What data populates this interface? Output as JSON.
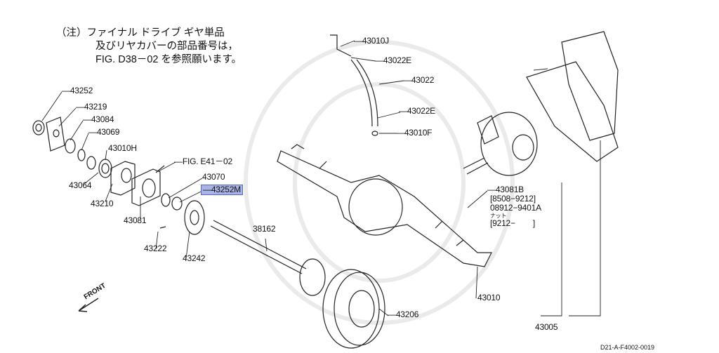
{
  "note": {
    "line1": "（注）ファイナル ドライブ ギヤ単品",
    "line2": "及びリヤカバーの部品番号は，",
    "line3": "FIG. D38－02 を参照願います。"
  },
  "labels": {
    "p43252": "43252",
    "p43219": "43219",
    "p43084": "43084",
    "p43069": "43069",
    "p43010H": "43010H",
    "figE41": "FIG. E41－02",
    "p43070": "43070",
    "p43252M": "43252M",
    "p43064": "43064",
    "p43210": "43210",
    "p43081": "43081",
    "p38162": "38162",
    "p43222": "43222",
    "p43242": "43242",
    "p43010J": "43010J",
    "p43022E_top": "43022E",
    "p43022": "43022",
    "p43022E_bottom": "43022E",
    "p43010F": "43010F",
    "p43081B": "43081B",
    "p43081B_range1": "[8508−9212]",
    "p43081B_alt": "08912−9401A",
    "p43081B_alt_note": "ナット",
    "p43081B_range2": "[9212−        ]",
    "p43010": "43010",
    "p43206": "43206",
    "p43005": "43005"
  },
  "front_label": "FRONT",
  "diagram_code": "D21-A-F4002-0019",
  "highlight_color": "#a9b3e6"
}
